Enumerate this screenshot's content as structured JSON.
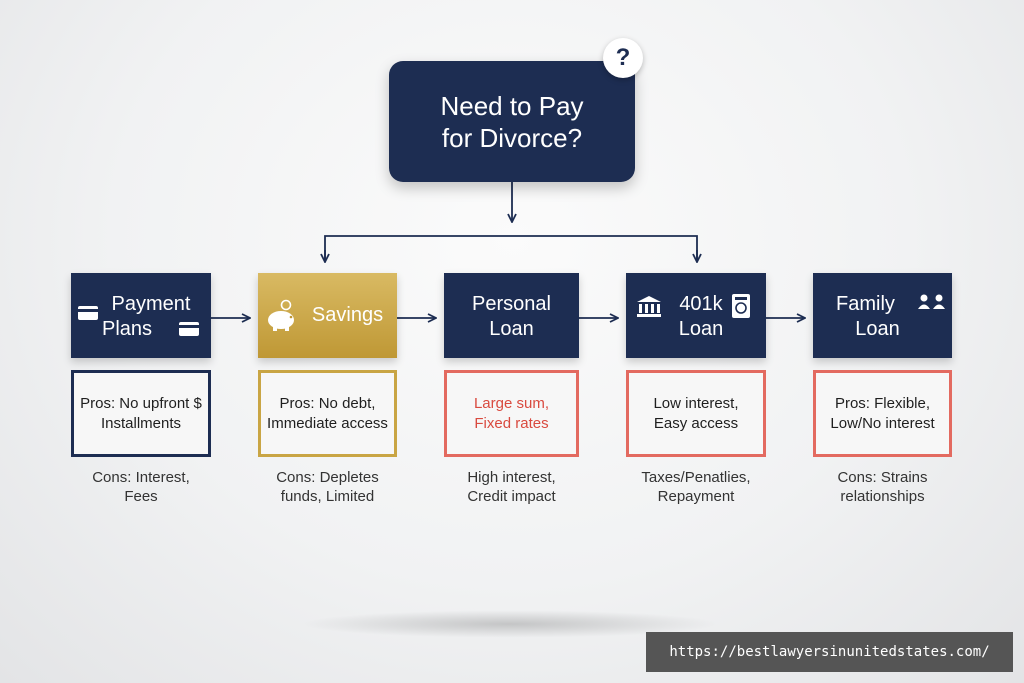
{
  "root": {
    "line1": "Need to Pay",
    "line2": "for Divorce?",
    "badge": "?"
  },
  "options": [
    {
      "title1": "Payment",
      "title2": "Plans",
      "pros1": "Pros: No upfront $",
      "pros2": "Installments",
      "cons1": "Cons: Interest,",
      "cons2": "Fees",
      "icon": "credit-card-icon"
    },
    {
      "title1": "Savings",
      "pros1": "Pros: No debt,",
      "pros2": "Immediate access",
      "cons1": "Cons: Depletes",
      "cons2": "funds, Limited",
      "icon": "piggy-bank-icon"
    },
    {
      "title1": "Personal",
      "title2": "Loan",
      "pros1": "Large sum,",
      "pros2": "Fixed rates",
      "cons1": "High interest,",
      "cons2": "Credit impact"
    },
    {
      "title1": "401k",
      "title2": "Loan",
      "pros1": "Low interest,",
      "pros2": "Easy access",
      "cons1": "Taxes/Penatlies,",
      "cons2": "Repayment",
      "icon": "bank-icon"
    },
    {
      "title1": "Family",
      "title2": "Loan",
      "pros1": "Pros: Flexible,",
      "pros2": "Low/No interest",
      "cons1": "Cons: Strains",
      "cons2": "relationships",
      "icon": "people-icon"
    }
  ],
  "watermark": "https://bestlawyersinunitedstates.com/",
  "colors": {
    "navy": "#1d2d52",
    "gold": "#c9a544",
    "red": "#e36a60"
  }
}
